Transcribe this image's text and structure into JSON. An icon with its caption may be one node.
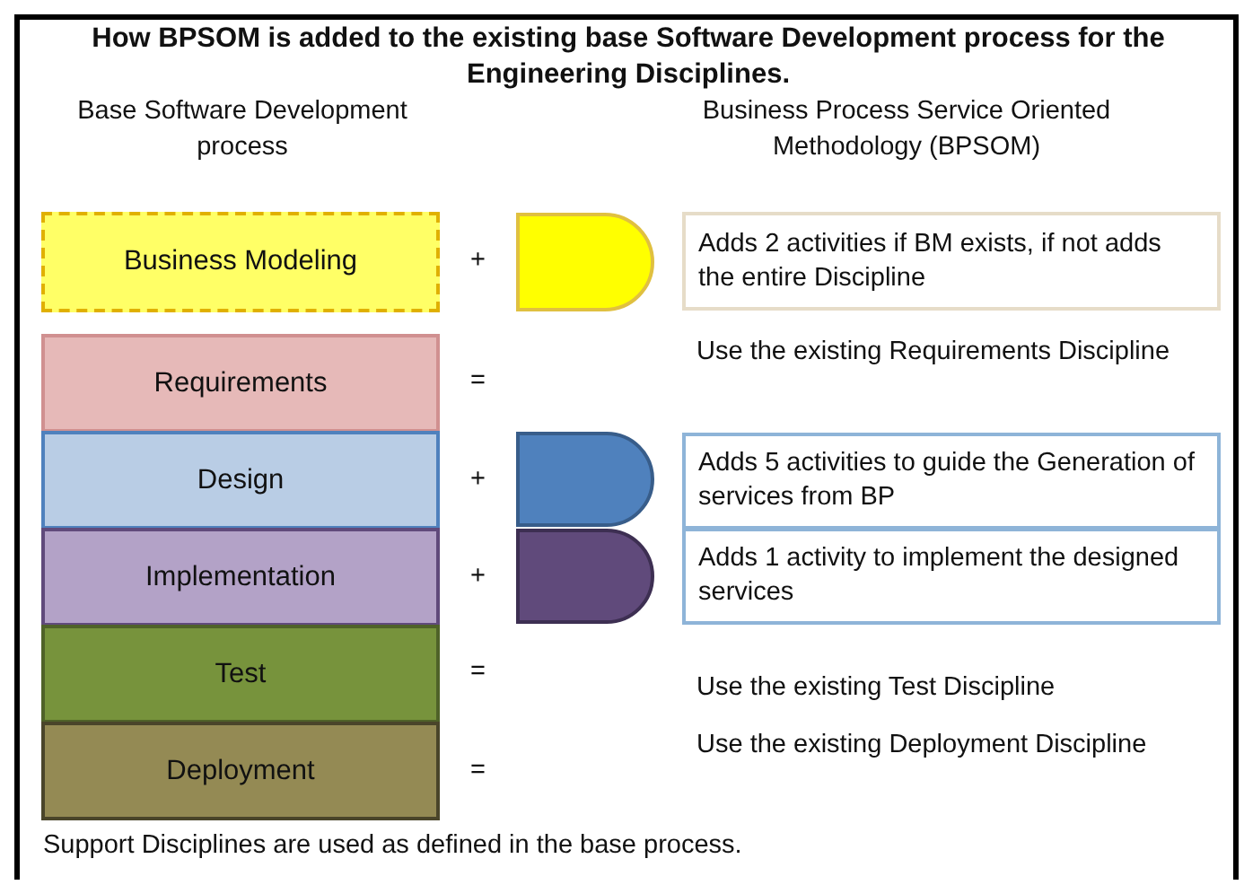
{
  "diagram": {
    "title": "How BPSOM is added to the existing base Software Development process for the Engineering Disciplines.",
    "caption": "Support Disciplines are used as defined in the base process.",
    "nodes": [
      {
        "text": [
          "Business Modeling"
        ]
      },
      {
        "text": [],
        "shape": "semicircle"
      },
      {
        "text": [
          "Adds 2 activities if BM exists, if not adds the entire Discipline"
        ]
      },
      {
        "text": [
          "Requirements"
        ]
      },
      {
        "text": [
          "Design"
        ]
      },
      {
        "text": [],
        "shape": "semicircle"
      },
      {
        "text": [
          "Adds 5 activities to guide the Generation of services from BP"
        ]
      },
      {
        "text": [
          "Implementation"
        ]
      },
      {
        "text": [],
        "shape": "semicircle"
      },
      {
        "text": [
          "Adds 1 activity to implement the designed services"
        ]
      },
      {
        "text": [
          "Test"
        ]
      },
      {
        "text": [
          "Deployment"
        ]
      }
    ],
    "labels": [
      "Base Software Development process",
      "Business Process Service Oriented Methodology (BPSOM)",
      "+",
      "=",
      "Use the existing Requirements Discipline",
      "+",
      "+",
      "=",
      "Use the existing Test Discipline",
      "=",
      "Use the existing Deployment Discipline"
    ]
  }
}
